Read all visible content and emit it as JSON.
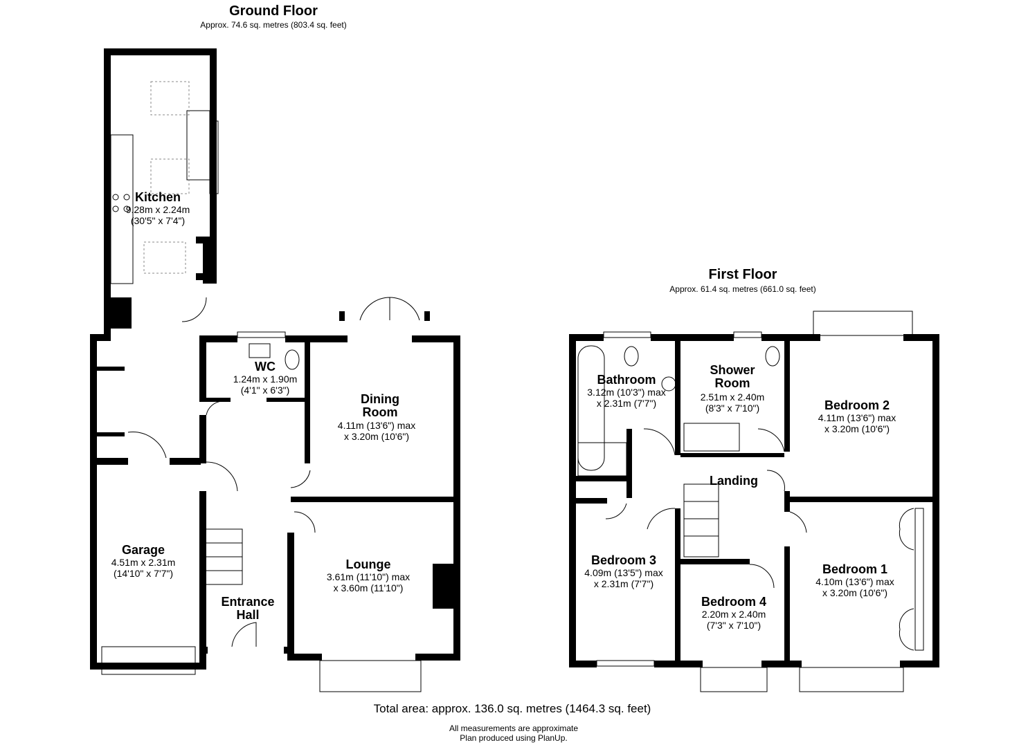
{
  "ground_floor": {
    "title": "Ground Floor",
    "area": "Approx. 74.6 sq. metres (803.4 sq. feet)",
    "rooms": [
      {
        "name": "Kitchen",
        "dims": [
          "9.28m x 2.24m",
          "(30'5\" x 7'4\")"
        ]
      },
      {
        "name": "WC",
        "dims": [
          "1.24m x 1.90m",
          "(4'1\" x 6'3\")"
        ]
      },
      {
        "name": "Dining Room",
        "dims": [
          "4.11m (13'6\") max",
          "x 3.20m (10'6\")"
        ]
      },
      {
        "name": "Garage",
        "dims": [
          "4.51m x 2.31m",
          "(14'10\" x 7'7\")"
        ]
      },
      {
        "name": "Lounge",
        "dims": [
          "3.61m (11'10\") max",
          "x 3.60m (11'10\")"
        ]
      },
      {
        "name": "Entrance Hall",
        "dims": []
      }
    ]
  },
  "first_floor": {
    "title": "First Floor",
    "area": "Approx. 61.4 sq. metres (661.0 sq. feet)",
    "rooms": [
      {
        "name": "Bathroom",
        "dims": [
          "3.12m (10'3\") max",
          "x 2.31m (7'7\")"
        ]
      },
      {
        "name": "Shower Room",
        "dims": [
          "2.51m x 2.40m",
          "(8'3\" x 7'10\")"
        ]
      },
      {
        "name": "Bedroom 2",
        "dims": [
          "4.11m (13'6\") max",
          "x 3.20m (10'6\")"
        ]
      },
      {
        "name": "Landing",
        "dims": []
      },
      {
        "name": "Bedroom 3",
        "dims": [
          "4.09m (13'5\") max",
          "x 2.31m (7'7\")"
        ]
      },
      {
        "name": "Bedroom 4",
        "dims": [
          "2.20m x 2.40m",
          "(7'3\" x 7'10\")"
        ]
      },
      {
        "name": "Bedroom 1",
        "dims": [
          "4.10m (13'6\") max",
          "x 3.20m (10'6\")"
        ]
      }
    ]
  },
  "total_area": "Total area: approx. 136.0 sq. metres (1464.3 sq. feet)",
  "footer": [
    "All measurements are approximate",
    "Plan produced using PlanUp."
  ]
}
